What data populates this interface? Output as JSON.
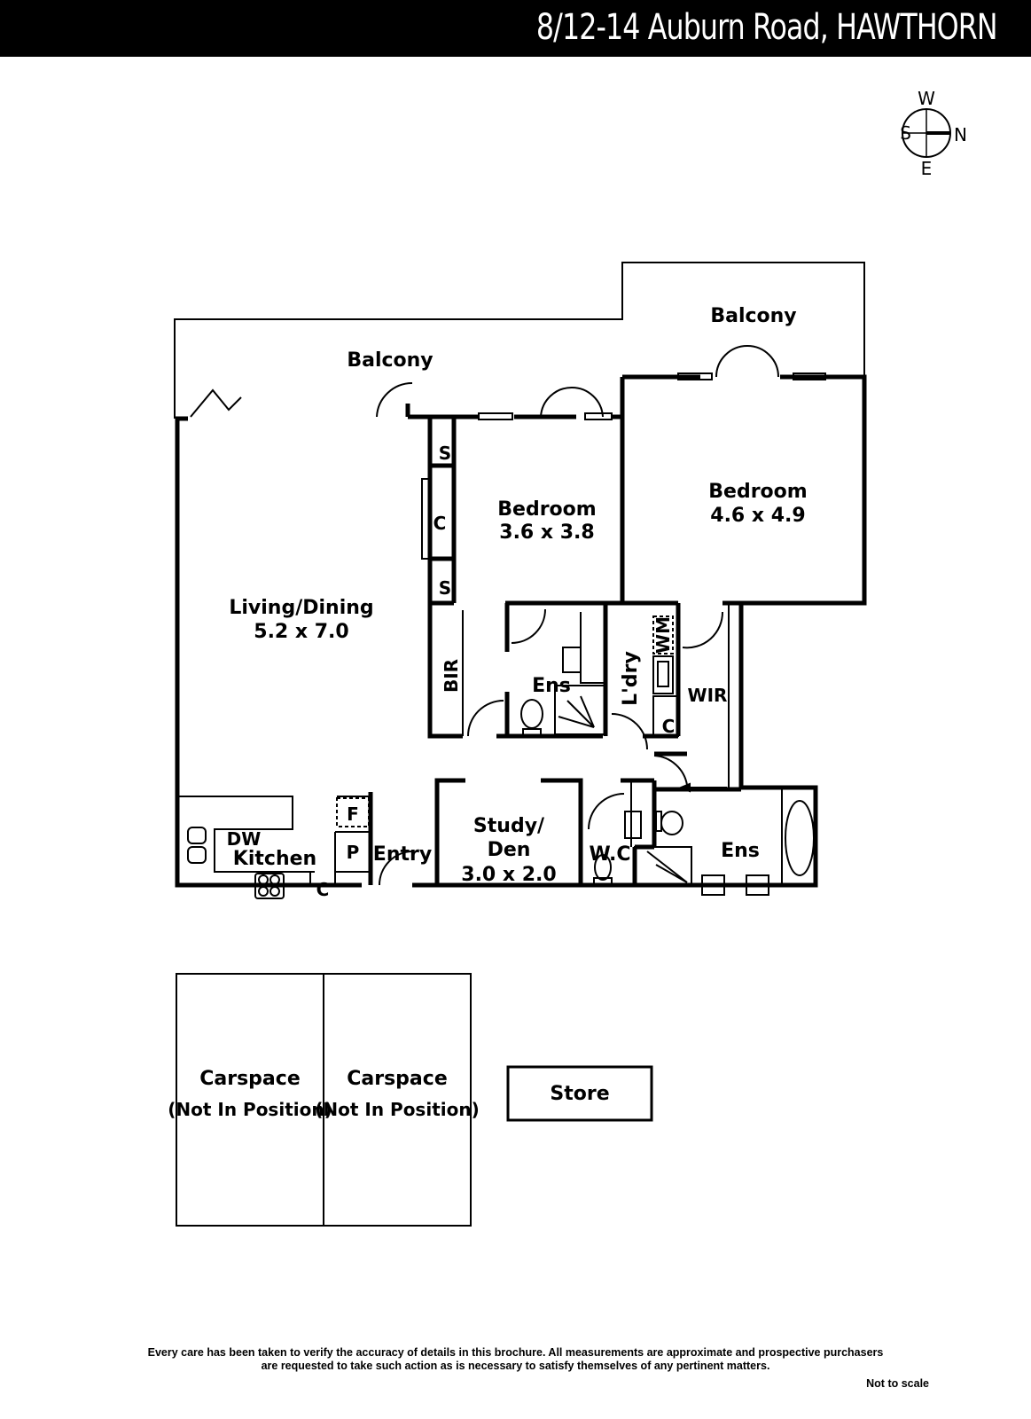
{
  "header": {
    "title": "8/12-14 Auburn Road, HAWTHORN"
  },
  "compass": {
    "north": "N",
    "south": "S",
    "east": "E",
    "west": "W"
  },
  "rooms": {
    "balcony_left": "Balcony",
    "balcony_right": "Balcony",
    "bedroom2": {
      "name": "Bedroom",
      "size": "3.6 x 3.8"
    },
    "bedroom1": {
      "name": "Bedroom",
      "size": "4.6 x 4.9"
    },
    "living": {
      "name": "Living/Dining",
      "size": "5.2 x 7.0"
    },
    "ens1": "Ens",
    "ldry": "L'dry",
    "wm": "WM",
    "wir": "WIR",
    "bir": "BIR",
    "s1": "S",
    "s2": "S",
    "c_robe": "C",
    "c_ldry": "C",
    "c_kitchen": "C",
    "f": "F",
    "p": "P",
    "dw": "DW",
    "kitchen": "Kitchen",
    "entry": "Entry",
    "study": {
      "name": "Study/",
      "name2": "Den",
      "size": "3.0 x 2.0"
    },
    "wc": "W.C",
    "ens2": "Ens"
  },
  "outbuildings": {
    "carspace1": {
      "name": "Carspace",
      "note": "(Not In Position)"
    },
    "carspace2": {
      "name": "Carspace",
      "note": "(Not In Position)"
    },
    "store": "Store"
  },
  "footer": {
    "disclaimer_line1": "Every care has been taken to verify the accuracy of details in this brochure.  All measurements are approximate and prospective purchasers",
    "disclaimer_line2": "are requested to take such action as is necessary to satisfy themselves of any pertinent matters.",
    "not_to_scale": "Not to scale"
  }
}
